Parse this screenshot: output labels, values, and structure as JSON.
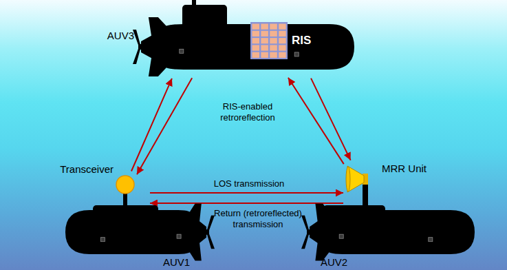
{
  "diagram": {
    "nodes": [
      {
        "text": [
          "AUV3"
        ]
      },
      {
        "text": [
          "RIS"
        ],
        "in": 0
      },
      {
        "text": [
          "AUV1"
        ]
      },
      {
        "text": [
          "Transceiver"
        ],
        "in": 2
      },
      {
        "text": [
          "AUV2"
        ]
      },
      {
        "text": [
          "MRR Unit"
        ],
        "in": 4
      }
    ],
    "edges": [
      {
        "from": 3,
        "to": 0,
        "arrow": "to"
      },
      {
        "from": 0,
        "to": 3,
        "arrow": "to"
      },
      {
        "from": 0,
        "to": 5,
        "arrow": "to"
      },
      {
        "from": 5,
        "to": 0,
        "arrow": "to"
      },
      {
        "from": 3,
        "to": 5,
        "label": "LOS transmission",
        "arrow": "to"
      },
      {
        "from": 5,
        "to": 3,
        "label": "Return (retroreflected) transmission",
        "arrow": "to"
      }
    ],
    "labels": [
      "RIS-enabled retroreflection"
    ]
  }
}
